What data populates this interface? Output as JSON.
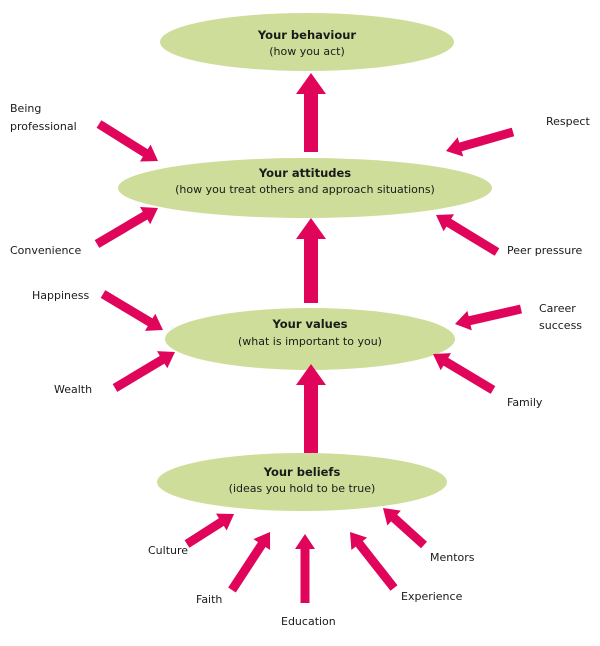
{
  "colors": {
    "node_fill": "#CFDD9A",
    "arrow": "#E0045A",
    "text": "#1a1a1a"
  },
  "nodes": [
    {
      "id": "behaviour",
      "title": "Your behaviour",
      "subtitle": "(how you act)"
    },
    {
      "id": "attitudes",
      "title": "Your attitudes",
      "subtitle": "(how you treat others and approach situations)"
    },
    {
      "id": "values",
      "title": "Your values",
      "subtitle": "(what is important to you)"
    },
    {
      "id": "beliefs",
      "title": "Your beliefs",
      "subtitle": "(ideas you hold to be true)"
    }
  ],
  "flow": [
    {
      "from": "beliefs",
      "to": "values"
    },
    {
      "from": "values",
      "to": "attitudes"
    },
    {
      "from": "attitudes",
      "to": "behaviour"
    }
  ],
  "influences": {
    "attitudes": [
      "Being professional",
      "Convenience",
      "Respect",
      "Peer pressure"
    ],
    "values": [
      "Happiness",
      "Wealth",
      "Career success",
      "Family"
    ],
    "beliefs": [
      "Culture",
      "Faith",
      "Education",
      "Experience",
      "Mentors"
    ]
  },
  "labels": {
    "being_professional": [
      "Being",
      "professional"
    ],
    "convenience": [
      "Convenience"
    ],
    "respect": [
      "Respect"
    ],
    "peer_pressure": [
      "Peer pressure"
    ],
    "happiness": [
      "Happiness"
    ],
    "wealth": [
      "Wealth"
    ],
    "career_success": [
      "Career",
      "success"
    ],
    "family": [
      "Family"
    ],
    "culture": [
      "Culture"
    ],
    "faith": [
      "Faith"
    ],
    "education": [
      "Education"
    ],
    "experience": [
      "Experience"
    ],
    "mentors": [
      "Mentors"
    ]
  }
}
